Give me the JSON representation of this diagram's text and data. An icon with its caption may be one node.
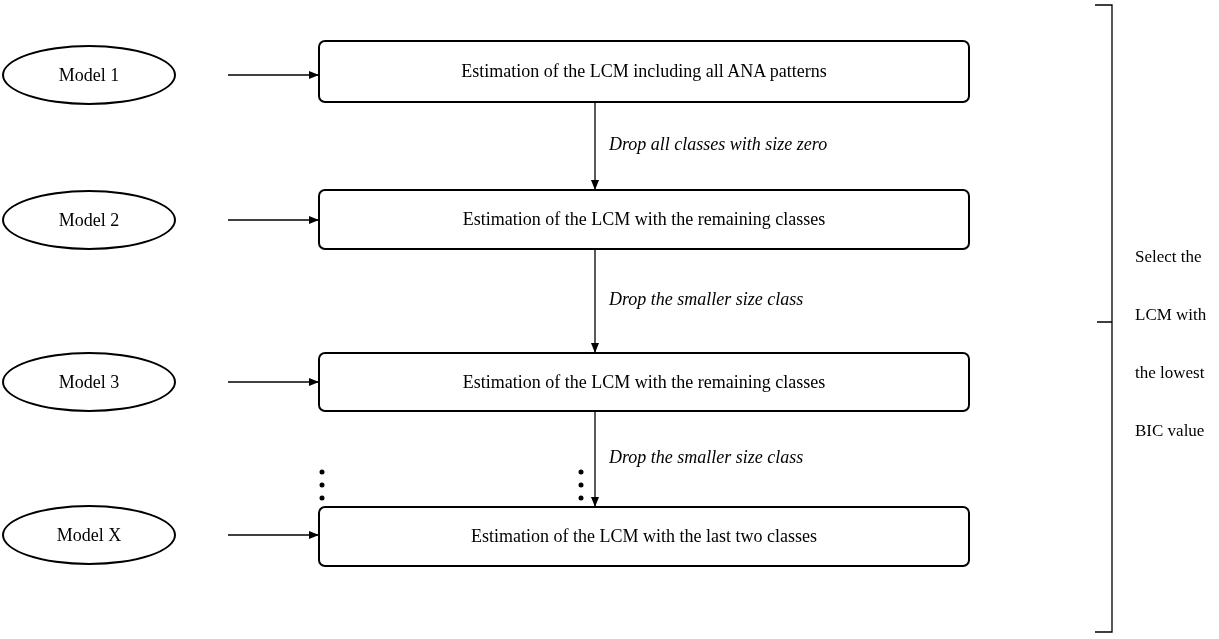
{
  "diagram": {
    "nodes": [
      {
        "text": [
          "Model 1"
        ]
      },
      {
        "text": [
          "Estimation of the LCM including all ANA patterns"
        ]
      },
      {
        "text": [
          "Model 2"
        ]
      },
      {
        "text": [
          "Estimation of the LCM with the remaining classes"
        ]
      },
      {
        "text": [
          "Model 3"
        ]
      },
      {
        "text": [
          "Estimation of the LCM with the remaining classes"
        ]
      },
      {
        "text": [
          "Model X"
        ]
      },
      {
        "text": [
          "Estimation of the LCM with the last two classes"
        ]
      }
    ],
    "edges": [
      {
        "from": 0,
        "to": 1,
        "arrow": "to"
      },
      {
        "from": 1,
        "to": 3,
        "arrow": "to",
        "label": "Drop all classes with size zero"
      },
      {
        "from": 2,
        "to": 3,
        "arrow": "to"
      },
      {
        "from": 3,
        "to": 5,
        "arrow": "to",
        "label": "Drop the smaller size class"
      },
      {
        "from": 4,
        "to": 5,
        "arrow": "to"
      },
      {
        "from": 5,
        "to": 7,
        "arrow": "to",
        "label": "Drop the smaller size class"
      },
      {
        "from": 6,
        "to": 7,
        "arrow": "to"
      }
    ],
    "labels": [
      "Select the LCM with the lowest BIC value"
    ]
  }
}
